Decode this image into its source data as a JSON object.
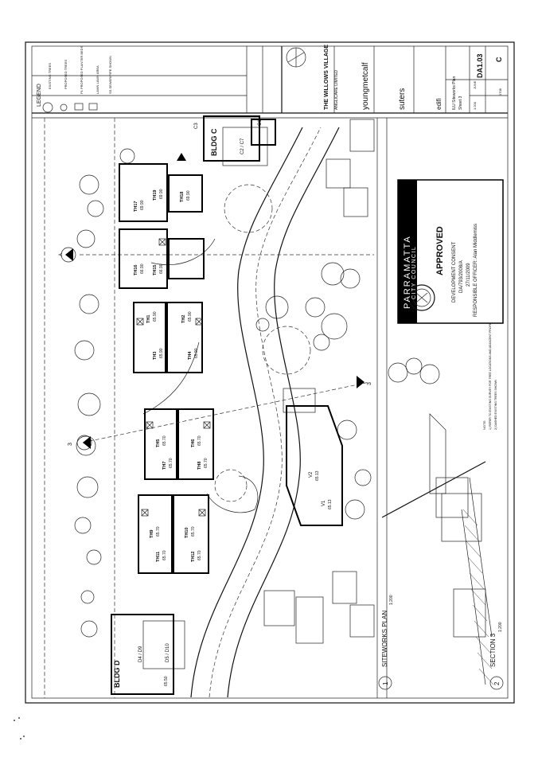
{
  "legend": {
    "title": "LEGEND",
    "items": [
      "EXISTING TREES",
      "PROPOSED TREES",
      "P1  PROPOSED PLANTER BEDS",
      "LAWN  LAWN AREA",
      "SS  SEWER/PIPE SHOWN"
    ]
  },
  "title_block": {
    "project": "THE WILLOWS VILLAGE",
    "client": "ANGLICARE LIMITED",
    "architect": "youngmetcalf",
    "planner": "suters",
    "consultant": "edifi",
    "drawing_title": "ILU Siteworks Plan",
    "sheet": "Sheet 3",
    "drawing_no": "DA1.03",
    "revision": "C",
    "scale": "1:200",
    "job_no": "0708",
    "date_label": "JUNE",
    "notes_title": "NOTE:",
    "notes": [
      "1) REFER TO EXISTING SURVEY FOR TREE LOCATIONS AND ADJACENT PROPERTIES",
      "2) DASHED EXISTING TREES SHOWN"
    ]
  },
  "stamp": {
    "council": "PARRAMATTA",
    "council_sub": "CITY COUNCIL",
    "status": "APPROVED",
    "line1": "DEVELOPMENT CONSENT",
    "line2": "DA/793/2008/A",
    "line3": "27/11/2009",
    "line4": "RESPONSIBLE OFFICER: Alan Middlemiss"
  },
  "labels": {
    "siteworks_plan": "SITEWORKS PLAN",
    "siteworks_scale": "1:200",
    "section": "SECTION 3",
    "section_scale": "1:200",
    "circle1": "1",
    "circle2": "2",
    "marker3a": "3",
    "marker3b": "3",
    "markerA": "A",
    "bldg_c": "BLDG C",
    "bldg_c_units": "C2 / C7",
    "bldg_d": "BLDG D",
    "d_units_1": "D4 / D9",
    "d_units_2": "D5 / D10",
    "d_level": "65.50",
    "th_units": [
      {
        "name": "TH17",
        "level": "69.90"
      },
      {
        "name": "TH18",
        "level": "69.90"
      },
      {
        "name": "TH19",
        "level": "69.90"
      },
      {
        "name": "TH16",
        "level": "66.90"
      },
      {
        "name": "TH15",
        "level": "66.90"
      },
      {
        "name": "TH1",
        "level": "65.90"
      },
      {
        "name": "TH2",
        "level": "65.90"
      },
      {
        "name": "TH3",
        "level": "65.90"
      },
      {
        "name": "TH4",
        "level": "65.90"
      },
      {
        "name": "TH5",
        "level": "65.70"
      },
      {
        "name": "TH6",
        "level": "65.70"
      },
      {
        "name": "TH7",
        "level": "65.70"
      },
      {
        "name": "TH8",
        "level": "65.70"
      },
      {
        "name": "TH9",
        "level": "65.70"
      },
      {
        "name": "TH10",
        "level": "65.70"
      },
      {
        "name": "TH11",
        "level": "65.70"
      },
      {
        "name": "TH12",
        "level": "65.70"
      }
    ],
    "v1": "V1",
    "v1_level": "65.13",
    "v2": "V2",
    "v2_level": "65.13",
    "c1": "C1",
    "c3": "C3"
  }
}
